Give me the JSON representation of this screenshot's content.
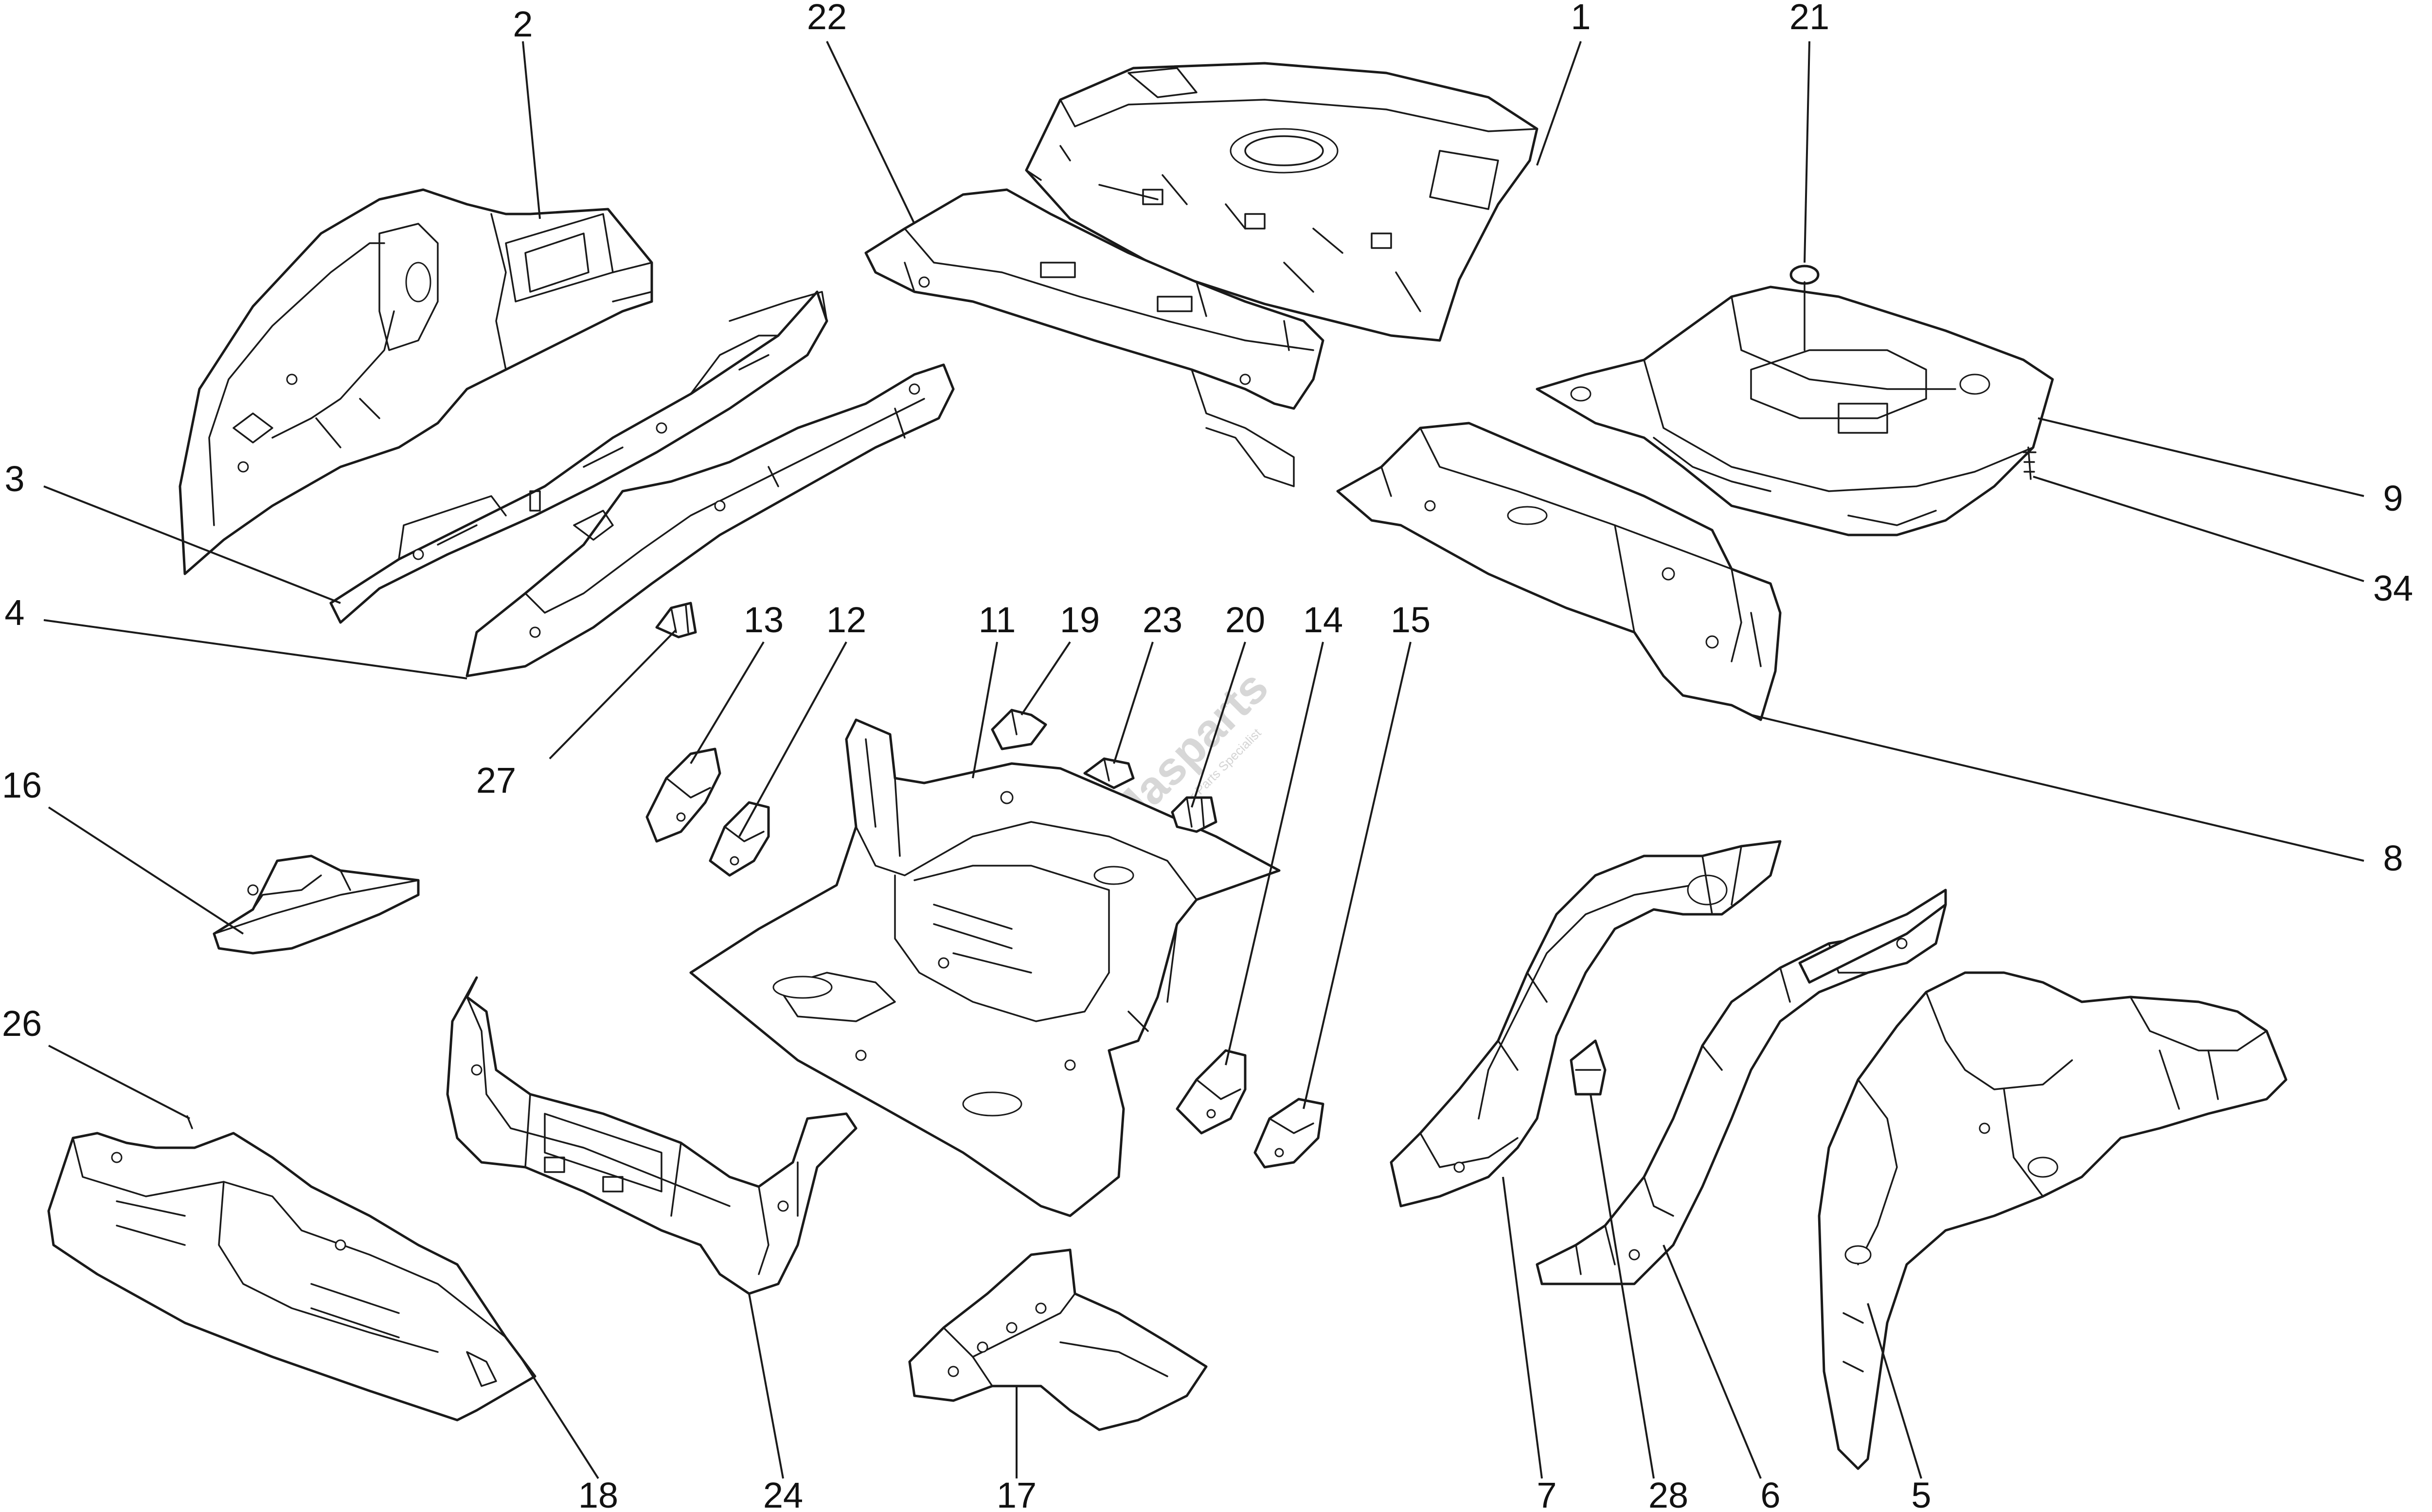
{
  "watermark": {
    "brand": "Masparts",
    "tagline": "Maserati Car Parts Specialist"
  },
  "callouts": [
    "1",
    "2",
    "3",
    "4",
    "5",
    "6",
    "7",
    "8",
    "9",
    "11",
    "12",
    "13",
    "14",
    "15",
    "16",
    "17",
    "18",
    "19",
    "20",
    "21",
    "22",
    "23",
    "24",
    "26",
    "27",
    "28",
    "34"
  ],
  "colors": {
    "line": "#1a1a1a",
    "background": "#ffffff",
    "watermark": "#b8b8b8",
    "watermark_accent": "#c0392b"
  }
}
